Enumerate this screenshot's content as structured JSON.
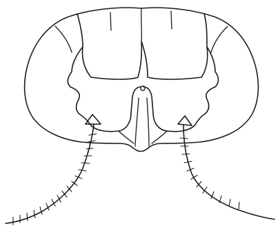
{
  "colors": {
    "background": "#ffffff",
    "ink": "#1a1a1a"
  },
  "figure": {
    "subject": "spinal-cord-cross-section",
    "lesions": [
      {
        "side": "left",
        "nerve_hatch_count": 18
      },
      {
        "side": "right",
        "nerve_hatch_count": 12
      }
    ]
  }
}
